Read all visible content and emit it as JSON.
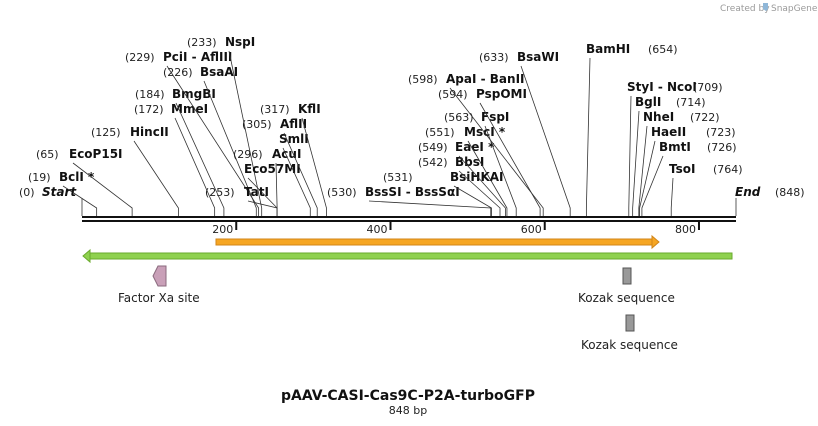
{
  "header": {
    "credit": "Created by",
    "brand": "SnapGene"
  },
  "map": {
    "title": "pAAV-CASI-Cas9C-P2A-turboGFP",
    "subtitle": "848 bp",
    "length": 848,
    "axis_ticks": [
      200,
      400,
      600,
      800
    ],
    "start": {
      "pos": "(0)",
      "label": "Start"
    },
    "end": {
      "pos": "(848)",
      "label": "End"
    },
    "sites": [
      {
        "name": "BclI *",
        "pos": 19,
        "pos_label": "(19)"
      },
      {
        "name": "EcoP15I",
        "pos": 65,
        "pos_label": "(65)"
      },
      {
        "name": "HincII",
        "pos": 125,
        "pos_label": "(125)"
      },
      {
        "name": "MmeI",
        "pos": 172,
        "pos_label": "(172)"
      },
      {
        "name": "BmgBI",
        "pos": 184,
        "pos_label": "(184)"
      },
      {
        "name": "BsaAI",
        "pos": 226,
        "pos_label": "(226)"
      },
      {
        "name": "PciI  -  AflIII",
        "pos": 229,
        "pos_label": "(229)"
      },
      {
        "name": "NspI",
        "pos": 233,
        "pos_label": "(233)"
      },
      {
        "name": "TatI",
        "pos": 253,
        "pos_label": "(253)"
      },
      {
        "name": "Eco57MI",
        "pos": 253,
        "pos_label": ""
      },
      {
        "name": "AcuI",
        "pos": 253,
        "pos_label": "(296)"
      },
      {
        "name": "SmlI",
        "pos": 296,
        "pos_label": ""
      },
      {
        "name": "AflII",
        "pos": 305,
        "pos_label": "(305)"
      },
      {
        "name": "KflI",
        "pos": 317,
        "pos_label": "(317)"
      },
      {
        "name": "BssSI  -  BssSαI",
        "pos": 530,
        "pos_label": "(530)"
      },
      {
        "name": "BsiHKAI",
        "pos": 531,
        "pos_label": "(531)"
      },
      {
        "name": "BbsI",
        "pos": 542,
        "pos_label": "(542)"
      },
      {
        "name": "EaeI *",
        "pos": 549,
        "pos_label": "(549)"
      },
      {
        "name": "MscI *",
        "pos": 551,
        "pos_label": "(551)"
      },
      {
        "name": "FspI",
        "pos": 563,
        "pos_label": "(563)"
      },
      {
        "name": "PspOMI",
        "pos": 594,
        "pos_label": "(594)"
      },
      {
        "name": "ApaI  -  BanII",
        "pos": 598,
        "pos_label": "(598)"
      },
      {
        "name": "BsaWI",
        "pos": 633,
        "pos_label": "(633)"
      },
      {
        "name": "BamHI",
        "pos": 654,
        "pos_label": "(654)"
      },
      {
        "name": "StyI  -  NcoI",
        "pos": 709,
        "pos_label": "(709)"
      },
      {
        "name": "BglI",
        "pos": 714,
        "pos_label": "(714)"
      },
      {
        "name": "NheI",
        "pos": 722,
        "pos_label": "(722)"
      },
      {
        "name": "HaeII",
        "pos": 723,
        "pos_label": "(723)"
      },
      {
        "name": "BmtI",
        "pos": 726,
        "pos_label": "(726)"
      },
      {
        "name": "TsoI",
        "pos": 764,
        "pos_label": "(764)"
      }
    ],
    "features": [
      {
        "name": "Factor Xa site"
      },
      {
        "name": "Kozak sequence"
      },
      {
        "name": "Kozak sequence"
      }
    ],
    "colors": {
      "orange_feature": "#f6a623",
      "green_feature": "#8fd14f",
      "factor_xa": "#c9a0b8",
      "kozak": "#999999"
    }
  }
}
